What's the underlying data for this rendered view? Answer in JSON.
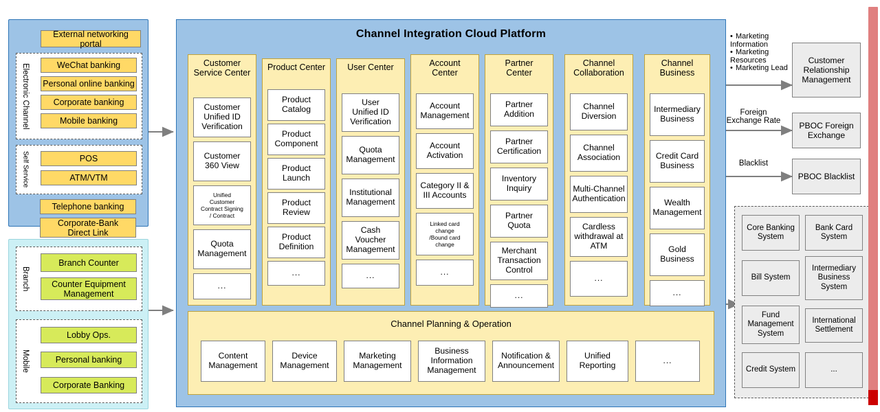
{
  "platform": {
    "title": "Channel Integration Cloud Platform",
    "columns": [
      {
        "title": "Customer\nService Center",
        "cells": [
          "Customer\nUnified ID\nVerification",
          "Customer\n360 View",
          "Unified\nCustomer\nContract Signing\n/  Contract",
          "Quota\nManagement",
          "..."
        ]
      },
      {
        "title": "Product Center",
        "cells": [
          "Product\nCatalog",
          "Product\nComponent",
          "Product\nLaunch",
          "Product\nReview",
          "Product\nDefinition",
          "..."
        ]
      },
      {
        "title": "User Center",
        "cells": [
          "User\nUnified ID\nVerification",
          "Quota\nManagement",
          "Institutional\nManagement",
          "Cash\nVoucher\nManagement",
          "..."
        ]
      },
      {
        "title": "Account\nCenter",
        "cells": [
          "Account\nManagement",
          "Account\nActivation",
          "Category II &\nIII Accounts",
          "Linked card\nchange\n/Bound card\nchange",
          "..."
        ]
      },
      {
        "title": "Partner\nCenter",
        "cells": [
          "Partner\nAddition",
          "Partner\nCertification",
          "Inventory\nInquiry",
          "Partner\nQuota",
          "Merchant\nTransaction\nControl",
          "..."
        ]
      },
      {
        "title": "Channel\nCollaboration",
        "cells": [
          "Channel\nDiversion",
          "Channel\nAssociation",
          "Multi-Channel\nAuthentication",
          "Cardless\nwithdrawal at\nATM",
          "..."
        ]
      },
      {
        "title": "Channel\nBusiness",
        "cells": [
          "Intermediary\nBusiness",
          "Credit Card\nBusiness",
          "Wealth\nManagement",
          "Gold\nBusiness",
          "..."
        ]
      }
    ],
    "planning": {
      "title": "Channel Planning & Operation",
      "cells": [
        "Content\nManagement",
        "Device\nManagement",
        "Marketing\nManagement",
        "Business\nInformation\nManagement",
        "Notification &\nAnnouncement",
        "Unified\nReporting",
        "..."
      ]
    }
  },
  "left": {
    "electronic_panel": {
      "top_chip": "External networking portal",
      "groups": [
        {
          "label": "Electronic Channel",
          "items": [
            "WeChat banking",
            "Personal online banking",
            "Corporate banking",
            "Mobile banking"
          ]
        },
        {
          "label": "Self Service",
          "items": [
            "POS",
            "ATM/VTM"
          ]
        }
      ],
      "bottom_chips": [
        "Telephone banking",
        "Corporate-Bank\nDirect Link"
      ]
    },
    "branch_panel": {
      "groups": [
        {
          "label": "Branch",
          "items": [
            "Branch Counter",
            "Counter Equipment\nManagement"
          ]
        },
        {
          "label": "Mobile",
          "items": [
            "Lobby Ops.",
            "Personal banking",
            "Corporate Banking"
          ]
        }
      ]
    }
  },
  "right": {
    "bullets": [
      "Marketing\nInformation",
      "Marketing\nResources",
      "Marketing Lead"
    ],
    "connections": [
      {
        "label": "",
        "target": "Customer\nRelationship\nManagement"
      },
      {
        "label": "Foreign\nExchange Rate",
        "target": "PBOC Foreign\nExchange"
      },
      {
        "label": "Blacklist",
        "target": "PBOC Blacklist"
      }
    ],
    "systems": [
      "Core Banking\nSystem",
      "Bank Card\nSystem",
      "Bill System",
      "Intermediary\nBusiness\nSystem",
      "Fund\nManagement\nSystem",
      "International\nSettlement",
      "Credit System",
      "..."
    ]
  },
  "colors": {
    "platform_blue": "#9dc3e6",
    "column_yellow": "#fdeeb3",
    "chip_yellow": "#ffd966",
    "chip_green": "#d7ea5a",
    "panel_cyan": "#ccf0f5",
    "external_gray": "#ececec",
    "scrollbar_red": "#e08080"
  }
}
